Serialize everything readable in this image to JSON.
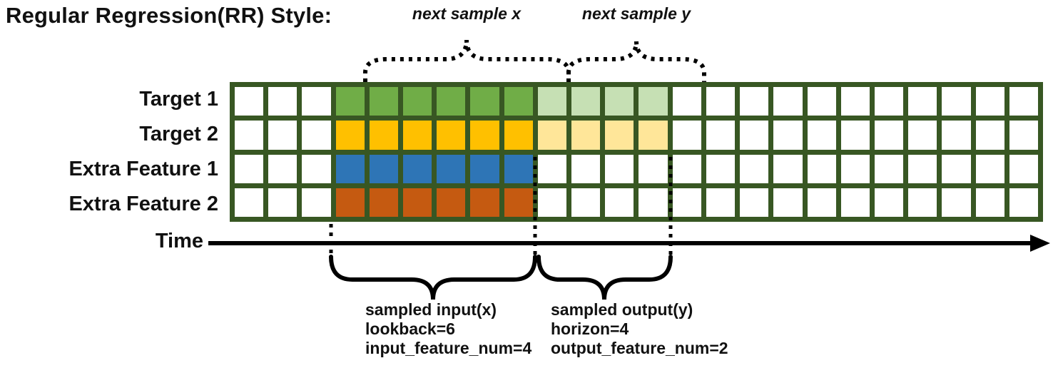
{
  "title": "Regular Regression(RR) Style:",
  "top_braces": [
    {
      "label": "next sample x"
    },
    {
      "label": "next sample y"
    }
  ],
  "grid": {
    "columns": 24,
    "input_start_col": 3,
    "input_len": 6,
    "output_len": 4,
    "line_color": "#385723",
    "cell_bg": "#ffffff",
    "rows": [
      {
        "label": "Target 1",
        "input_color": "#70AD47",
        "output_color": "#C6E0B4"
      },
      {
        "label": "Target 2",
        "input_color": "#FFC000",
        "output_color": "#FFE699"
      },
      {
        "label": "Extra Feature 1",
        "input_color": "#2E75B6",
        "output_color": null
      },
      {
        "label": "Extra Feature 2",
        "input_color": "#C55A11",
        "output_color": null
      }
    ]
  },
  "time_axis": {
    "label": "Time"
  },
  "bottom_annotations": [
    {
      "lines": [
        "sampled input(x)",
        "lookback=6",
        "input_feature_num=4"
      ]
    },
    {
      "lines": [
        "sampled output(y)",
        "horizon=4",
        "output_feature_num=2"
      ]
    }
  ],
  "colors": {
    "ink": "#000000",
    "grid_line": "#385723"
  }
}
